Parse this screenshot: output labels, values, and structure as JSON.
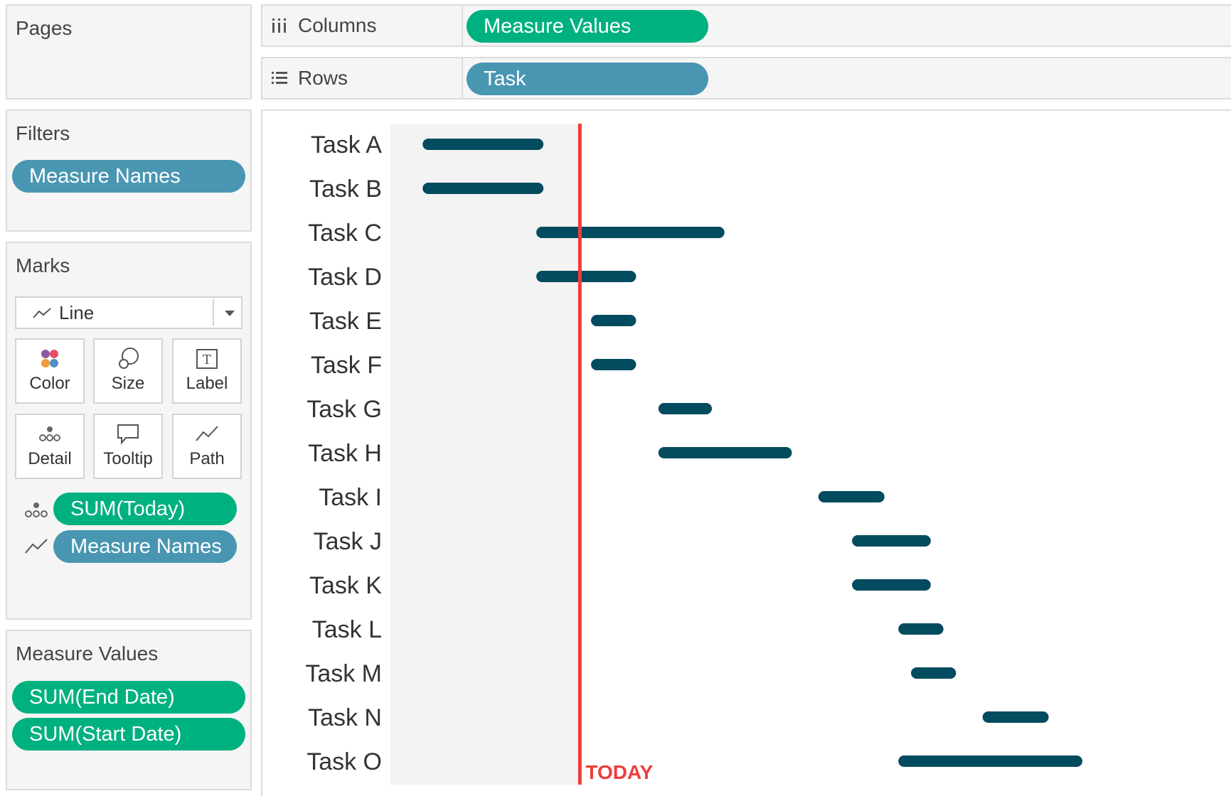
{
  "pages": {
    "title": "Pages"
  },
  "filters": {
    "title": "Filters",
    "pill": "Measure Names"
  },
  "marks": {
    "title": "Marks",
    "type": "Line",
    "buttons": [
      {
        "label": "Color",
        "icon": "color-icon"
      },
      {
        "label": "Size",
        "icon": "size-icon"
      },
      {
        "label": "Label",
        "icon": "label-icon"
      },
      {
        "label": "Detail",
        "icon": "detail-icon"
      },
      {
        "label": "Tooltip",
        "icon": "tooltip-icon"
      },
      {
        "label": "Path",
        "icon": "path-icon"
      }
    ],
    "fields": [
      {
        "label": "SUM(Today)",
        "icon": "detail-icon"
      },
      {
        "label": "Measure Names",
        "icon": "path-icon"
      }
    ]
  },
  "measure_values": {
    "title": "Measure Values",
    "pills": [
      "SUM(End Date)",
      "SUM(Start Date)"
    ]
  },
  "shelves": {
    "columns": {
      "label": "Columns",
      "pill": "Measure Values"
    },
    "rows": {
      "label": "Rows",
      "pill": "Task"
    }
  },
  "colors": {
    "green_pill": "#00b180",
    "blue_pill": "#4996b2",
    "bar": "#034b5f",
    "today_line": "#ef3d3b",
    "shade": "#f3f3f3"
  },
  "chart_data": {
    "type": "gantt",
    "today_label": "TODAY",
    "today": 22.5,
    "xlim": [
      0,
      100
    ],
    "tasks": [
      {
        "name": "Task A",
        "start": 4.5,
        "end": 17.5
      },
      {
        "name": "Task B",
        "start": 4.5,
        "end": 17.5
      },
      {
        "name": "Task C",
        "start": 18.0,
        "end": 39.0
      },
      {
        "name": "Task D",
        "start": 18.0,
        "end": 28.5
      },
      {
        "name": "Task E",
        "start": 24.5,
        "end": 28.5
      },
      {
        "name": "Task F",
        "start": 24.5,
        "end": 28.5
      },
      {
        "name": "Task G",
        "start": 32.5,
        "end": 37.5
      },
      {
        "name": "Task H",
        "start": 32.5,
        "end": 47.0
      },
      {
        "name": "Task I",
        "start": 51.5,
        "end": 58.0
      },
      {
        "name": "Task J",
        "start": 55.5,
        "end": 63.5
      },
      {
        "name": "Task K",
        "start": 55.5,
        "end": 63.5
      },
      {
        "name": "Task L",
        "start": 61.0,
        "end": 65.0
      },
      {
        "name": "Task M",
        "start": 62.5,
        "end": 66.5
      },
      {
        "name": "Task N",
        "start": 71.0,
        "end": 77.5
      },
      {
        "name": "Task O",
        "start": 61.0,
        "end": 81.5
      }
    ]
  }
}
